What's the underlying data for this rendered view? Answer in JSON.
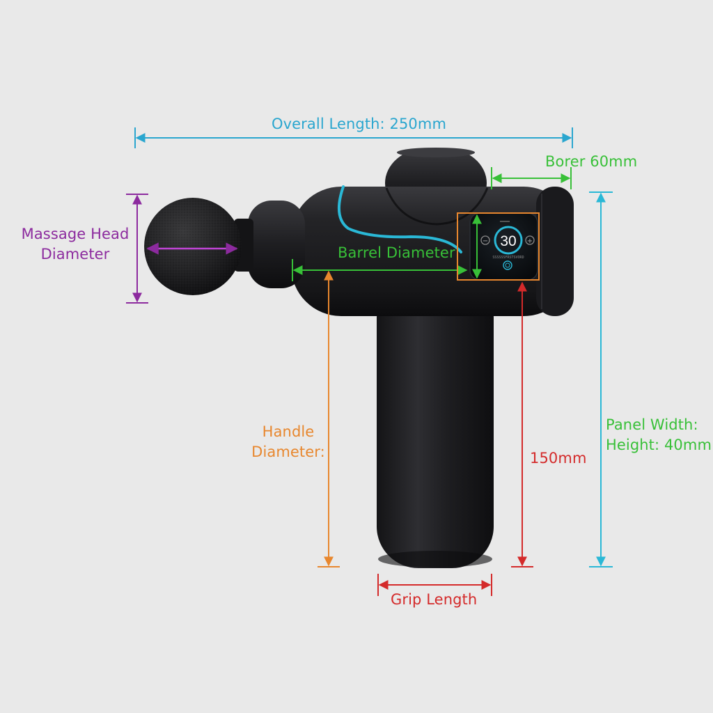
{
  "colors": {
    "background": "#e9e9e9",
    "device_body": "#1c1c1e",
    "accent_stripe": "#2ab8d6",
    "overall_length_color": "#2aa6cf",
    "borer_color": "#38c038",
    "barrel_color": "#38c038",
    "massage_head_color": "#8c2a9e",
    "handle_color": "#e8872e",
    "height_color": "#d42a2a",
    "panel_color": "#38c038",
    "panel_width_axis_color": "#2ab8d6",
    "panel_box_color": "#e8872e",
    "display_ring_color": "#2ab8d6"
  },
  "labels": {
    "overall_length": "Overall Length: 250mm",
    "borer": "Borer 60mm",
    "barrel_diameter": "Barrel Diameter",
    "massage_head_line1": "Massage Head",
    "massage_head_line2": "Diameter",
    "handle_line1": "Handle",
    "handle_line2": "Diameter:",
    "height_value": "150mm",
    "panel_line1": "Panel Width:",
    "panel_line2": "Height: 40mm",
    "grip_length": "Grip Length"
  },
  "display": {
    "speed_value": "30",
    "minus_symbol": "−",
    "plus_symbol": "+",
    "caption": "SSSSSSFRSTSVORD"
  }
}
